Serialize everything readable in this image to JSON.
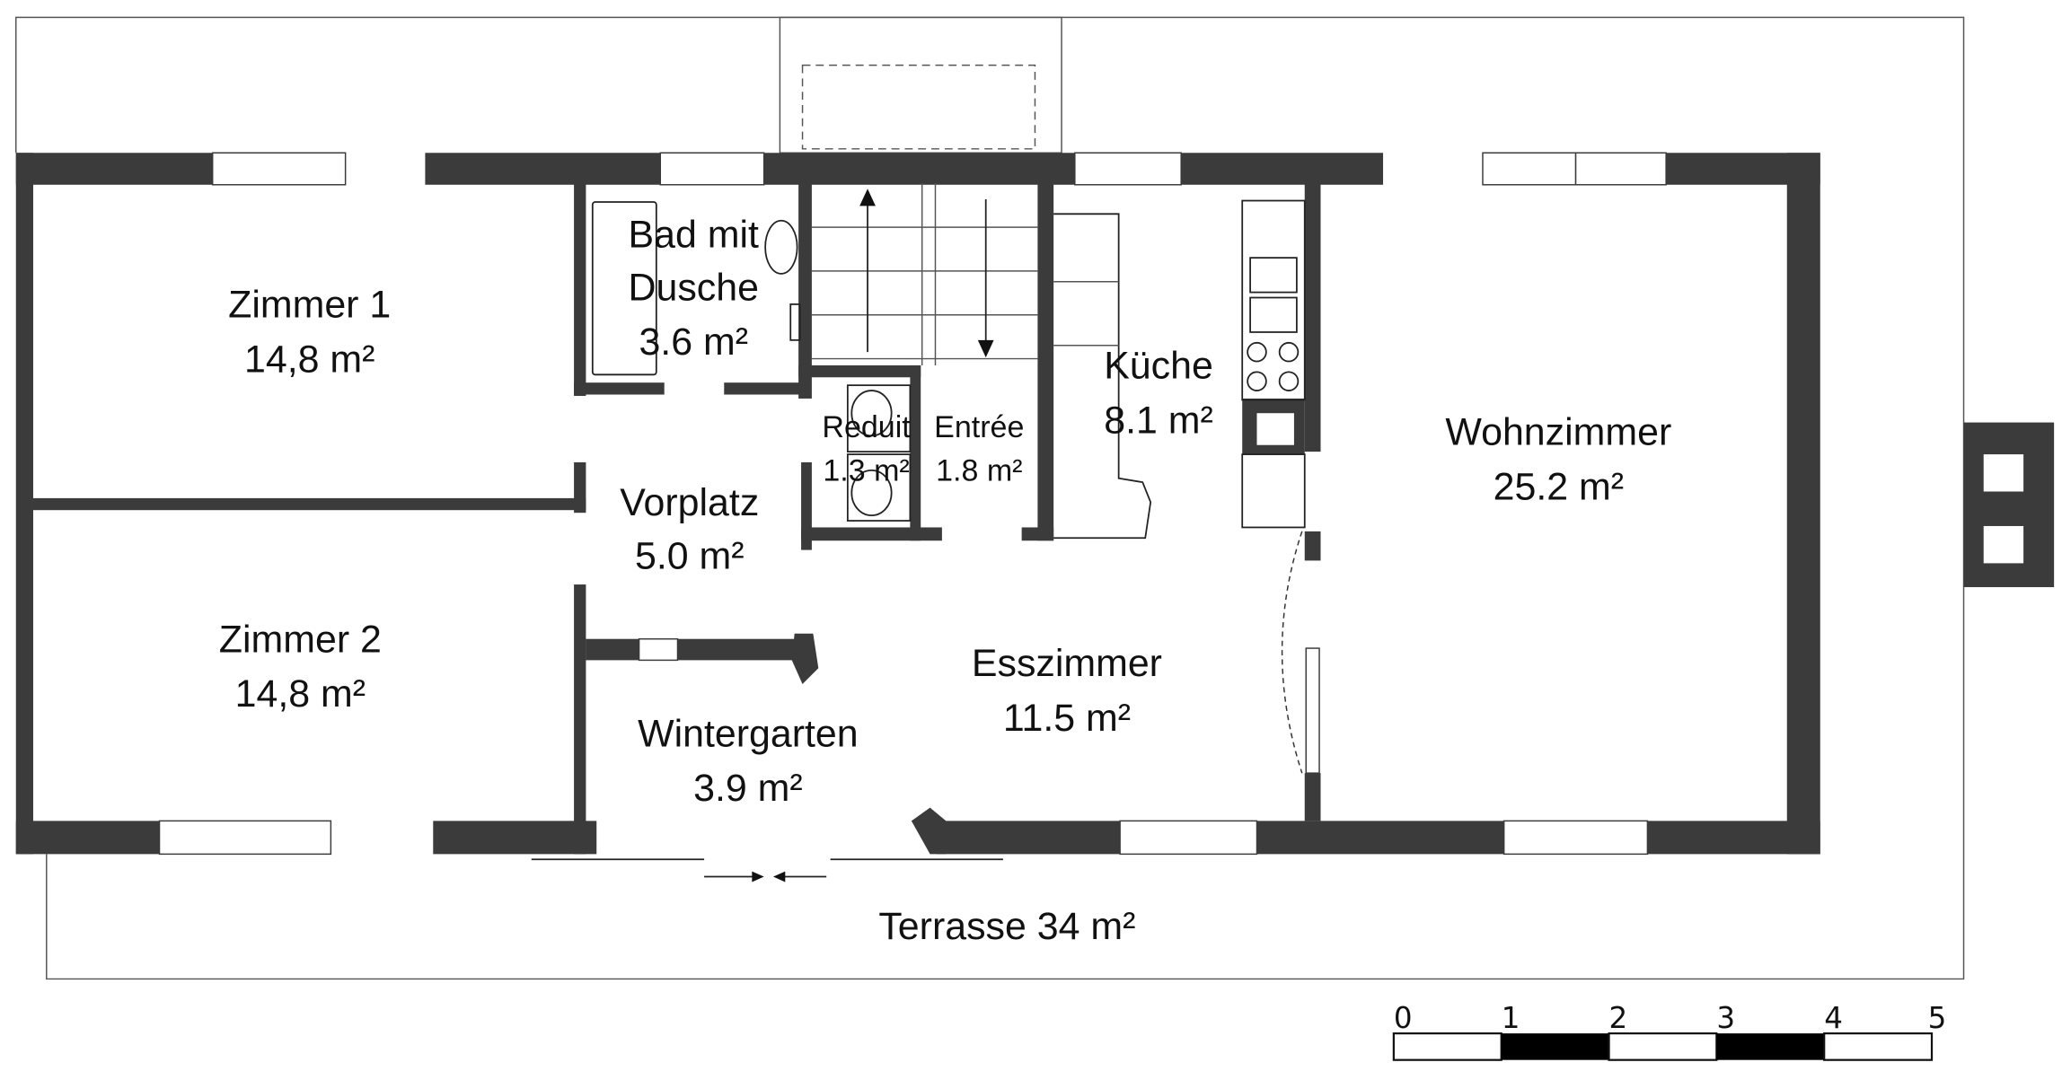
{
  "rooms": {
    "zimmer1": {
      "name": "Zimmer 1",
      "area": "14,8 m²"
    },
    "zimmer2": {
      "name": "Zimmer 2",
      "area": "14,8 m²"
    },
    "bad": {
      "name1": "Bad mit",
      "name2": "Dusche",
      "area": "3.6 m²"
    },
    "vorplatz": {
      "name": "Vorplatz",
      "area": "5.0 m²"
    },
    "reduit": {
      "name": "Reduit",
      "area": "1.3 m²"
    },
    "entree": {
      "name": "Entrée",
      "area": "1.8 m²"
    },
    "kueche": {
      "name": "Küche",
      "area": "8.1 m²"
    },
    "wohnzimmer": {
      "name": "Wohnzimmer",
      "area": "25.2 m²"
    },
    "esszimmer": {
      "name": "Esszimmer",
      "area": "11.5 m²"
    },
    "wintergarten": {
      "name": "Wintergarten",
      "area": "3.9 m²"
    },
    "terrasse": {
      "label": "Terrasse 34 m²"
    }
  },
  "scale_bar": {
    "ticks": [
      "0",
      "1",
      "2",
      "3",
      "4",
      "5"
    ],
    "unit_fills": [
      "white",
      "black",
      "white",
      "black",
      "white"
    ]
  },
  "colors": {
    "wall": "#3b3b3b",
    "line": "#222222"
  }
}
